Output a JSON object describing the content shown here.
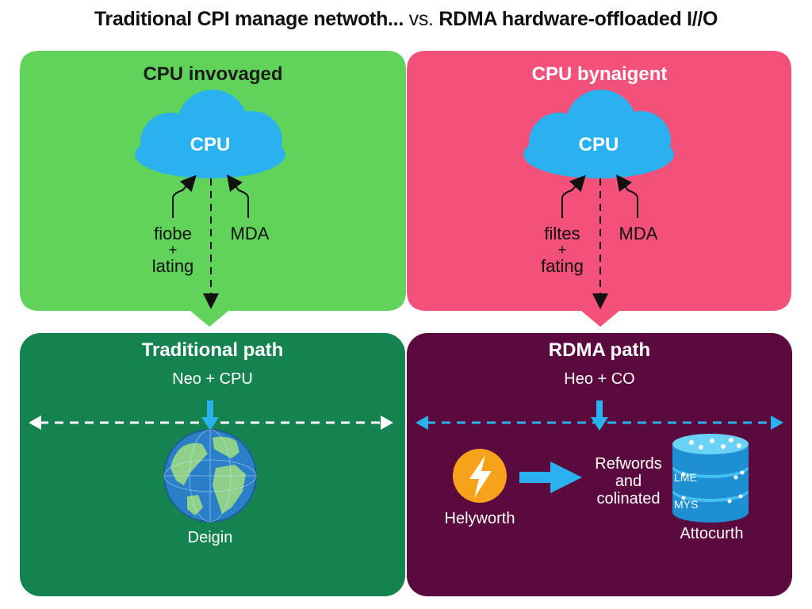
{
  "title": {
    "main": "Traditional CPI manage netwoth...",
    "vs": "vs.",
    "tail": "RDMA hardware-offloaded I//O"
  },
  "colors": {
    "left_top": "#62d35a",
    "right_top": "#f4517a",
    "left_bottom": "#15834f",
    "right_bottom": "#5b0a3e",
    "cloud": "#29b2ef",
    "arrow_blue": "#1ea6e8"
  },
  "left_top": {
    "heading": "CPU invovaged",
    "cloud_label": "CPU",
    "left_label_1": "fiobe",
    "left_label_2": "+",
    "left_label_3": "lating",
    "right_label": "MDA"
  },
  "right_top": {
    "heading": "CPU bynaigent",
    "cloud_label": "CPU",
    "left_label_1": "filtes",
    "left_label_2": "+",
    "left_label_3": "fating",
    "right_label": "MDA"
  },
  "left_bottom": {
    "heading": "Traditional path",
    "subheading": "Neo + CPU",
    "globe_label": "Deigin",
    "globe_icon": "globe-icon"
  },
  "right_bottom": {
    "heading": "RDMA path",
    "subheading": "Heo + CO",
    "bolt_label": "Helyworth",
    "middle_label_1": "Refwords",
    "middle_label_2": "and",
    "middle_label_3": "colinated",
    "disk_label_1": "LME",
    "disk_label_2": "MYS",
    "disk_caption": "Attocurth",
    "bolt_icon": "lightning-icon",
    "disk_icon": "storage-stack-icon"
  }
}
